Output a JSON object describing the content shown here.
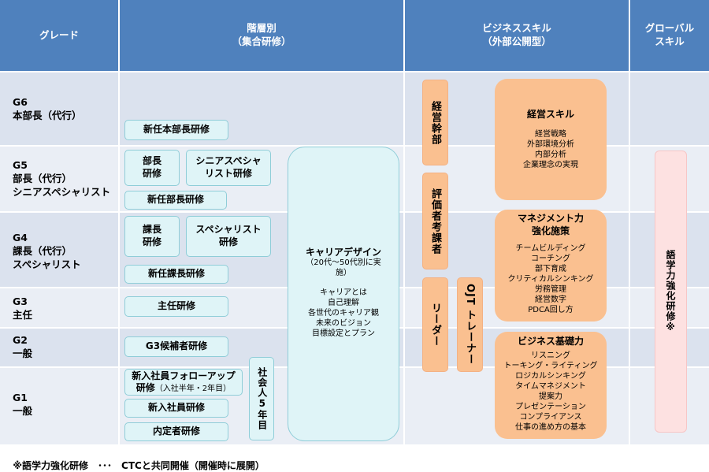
{
  "headers": {
    "grade": "グレード",
    "tiered": [
      "階層別",
      "（集合研修）"
    ],
    "business": [
      "ビジネススキル",
      "（外部公開型）"
    ],
    "global": [
      "グローバル",
      "スキル"
    ]
  },
  "grades": [
    {
      "lines": [
        "G6",
        "本部長（代行）"
      ]
    },
    {
      "lines": [
        "G5",
        "部長（代行）",
        "シニアスペシャリスト"
      ]
    },
    {
      "lines": [
        "G4",
        "課長（代行）",
        "スペシャリスト"
      ]
    },
    {
      "lines": [
        "G3",
        "主任"
      ]
    },
    {
      "lines": [
        "G2",
        "一般"
      ]
    },
    {
      "lines": [
        "G1",
        "一般"
      ]
    }
  ],
  "trainings": {
    "g6_new": "新任本部長研修",
    "g5_dept": [
      "部長",
      "研修"
    ],
    "g5_senior": [
      "シニアスペシャ",
      "リスト研修"
    ],
    "g5_new": "新任部長研修",
    "g4_sect": [
      "課長",
      "研修"
    ],
    "g4_spec": [
      "スペシャリスト",
      "研修"
    ],
    "g4_new": "新任課長研修",
    "g3_chief": "主任研修",
    "g2_cand": "G3候補者研修",
    "g1_follow": "新入社員フォローアップ",
    "g1_follow2": "研修",
    "g1_follow_sub": "（入社半年・2年目）",
    "g1_new": "新入社員研修",
    "g1_pre": "内定者研修",
    "year5": "社会人5年目"
  },
  "career": {
    "title": "キャリアデザイン",
    "sub": [
      "（20代～50代別に実",
      "施）"
    ],
    "items": [
      "キャリアとは",
      "自己理解",
      "各世代のキャリア観",
      "未来のビジョン",
      "目標設定とプラン"
    ]
  },
  "business": {
    "exec": "経営幹部",
    "evaluator": "評価者考課者",
    "leader": "リーダー",
    "ojt": "OJT トレーナー",
    "mgmt_skill": {
      "title": [
        "経営スキル"
      ],
      "items": [
        "経営戦略",
        "外部環境分析",
        "内部分析",
        "企業理念の実現"
      ]
    },
    "mgmt_power": {
      "title": [
        "マネジメント力",
        "強化施策"
      ],
      "items": [
        "チームビルディング",
        "コーチング",
        "部下育成",
        "クリティカルシンキング",
        "労務管理",
        "経営数字",
        "PDCA回し方"
      ]
    },
    "basic": {
      "title": [
        "ビジネス基礎力"
      ],
      "items": [
        "リスニング",
        "トーキング・ライティング",
        "ロジカルシンキング",
        "タイムマネジメント",
        "提案力",
        "プレゼンテーション",
        "コンプライアンス",
        "仕事の進め方の基本"
      ]
    }
  },
  "global": {
    "lang": "語学力強化研修※"
  },
  "footnote": "※語学力強化研修　･･･　CTCと共同開催（開催時に展開）",
  "colors": {
    "header": "#4f81bd",
    "band_a": "#dbe2ee",
    "band_b": "#eaeef5",
    "cyan_fill": "#dff4f7",
    "orange_fill": "#fac090",
    "pink_fill": "#fde1e1"
  }
}
